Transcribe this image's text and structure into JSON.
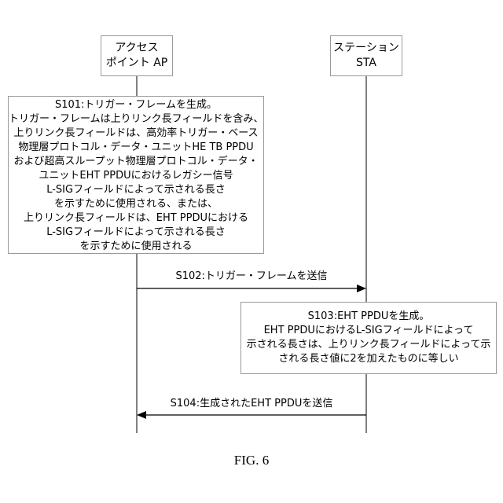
{
  "entities": {
    "ap": {
      "line1": "アクセス",
      "line2": "ポイント AP"
    },
    "sta": {
      "line1": "ステーション",
      "line2": "STA"
    }
  },
  "steps": {
    "s101": {
      "lines": [
        "S101:トリガー・フレームを生成。",
        "トリガー・フレームは上りリンク長フィールドを含み、",
        "上りリンク長フィールドは、高効率トリガー・ベース",
        "物理層プロトコル・データ・ユニットHE  TB  PPDU",
        "および超高スループット物理層プロトコル・データ・",
        "ユニットEHT  PPDUにおけるレガシー信号",
        "L-SIGフィールドによって示される長さ",
        "を示すために使用される、または、",
        "上りリンク長フィールドは、EHT  PPDUにおける",
        "L-SIGフィールドによって示される長さ",
        "を示すために使用される"
      ]
    },
    "s102": {
      "label": "S102:トリガー・フレームを送信"
    },
    "s103": {
      "lines": [
        "S103:EHT  PPDUを生成。",
        "EHT  PPDUにおけるL-SIGフィールドによって",
        "示される長さは、上りリンク長フィールドによって示",
        "される長さ値に2を加えたものに等しい"
      ]
    },
    "s104": {
      "label": "S104:生成されたEHT  PPDUを送信"
    }
  },
  "caption": "FIG. 6",
  "colors": {
    "line": "#000000",
    "box_border": "#9a9a9a"
  }
}
